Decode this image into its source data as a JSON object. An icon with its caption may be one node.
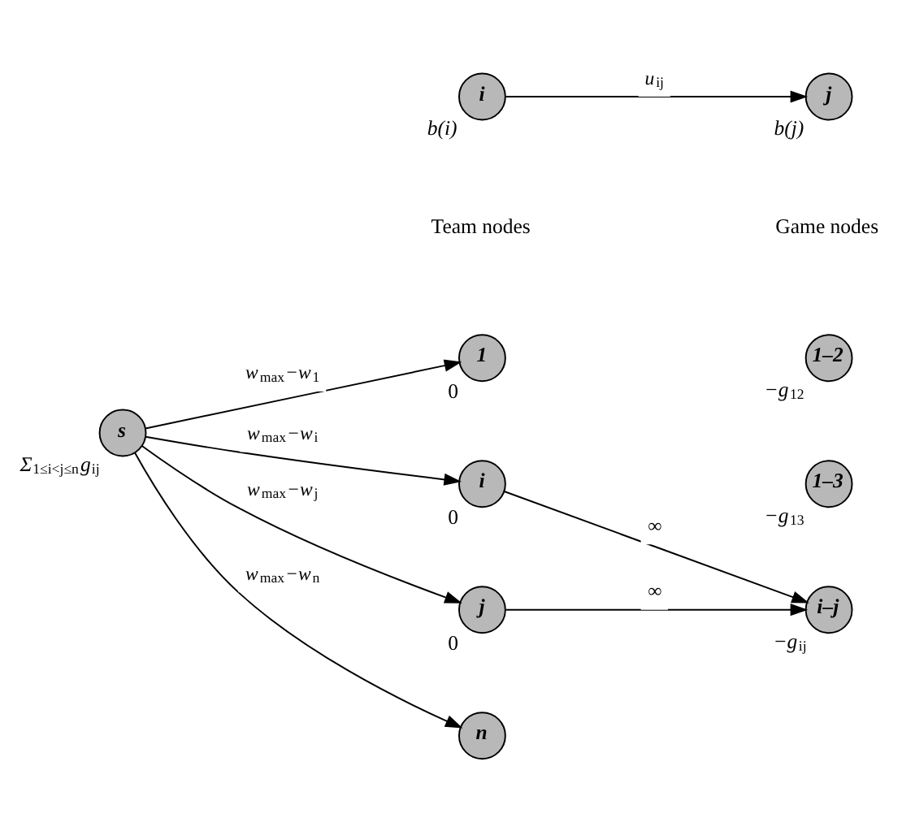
{
  "diagram": {
    "nodes": [
      {
        "text": [
          "i"
        ],
        "beside": [
          "b(i)"
        ]
      },
      {
        "text": [
          "j"
        ],
        "beside": [
          "b(j)"
        ]
      },
      {
        "text": [
          "1"
        ],
        "beside": [
          "0"
        ]
      },
      {
        "text": [
          "i"
        ],
        "beside": [
          "0"
        ]
      },
      {
        "text": [
          "j"
        ],
        "beside": [
          "0"
        ]
      },
      {
        "text": [
          "n"
        ]
      },
      {
        "text": [
          "s"
        ],
        "beside": [
          "Σ$_{1≤i<j≤n}$g$_{ij}$"
        ]
      },
      {
        "text": [
          "1–2"
        ],
        "beside": [
          "−g$_{12}$"
        ]
      },
      {
        "text": [
          "1–3"
        ],
        "beside": [
          "−g$_{13}$"
        ]
      },
      {
        "text": [
          "i–j"
        ],
        "beside": [
          "−g$_{ij}$"
        ]
      }
    ],
    "edges": [
      {
        "from": 0,
        "to": 1,
        "arrow": "to",
        "label": "u$_{ij}$"
      },
      {
        "from": 6,
        "to": 2,
        "arrow": "to",
        "label": "w$_{max}$−w$_{1}$"
      },
      {
        "from": 6,
        "to": 3,
        "arrow": "to",
        "label": "w$_{max}$−w$_{i}$"
      },
      {
        "from": 6,
        "to": 4,
        "arrow": "to",
        "label": "w$_{max}$−w$_{j}$"
      },
      {
        "from": 6,
        "to": 5,
        "arrow": "to",
        "label": "w$_{max}$−w$_{n}$"
      },
      {
        "from": 3,
        "to": 9,
        "arrow": "to",
        "label": "∞"
      },
      {
        "from": 4,
        "to": 9,
        "arrow": "to",
        "label": "∞"
      }
    ],
    "labels": [
      "Team nodes",
      "Game nodes"
    ]
  }
}
